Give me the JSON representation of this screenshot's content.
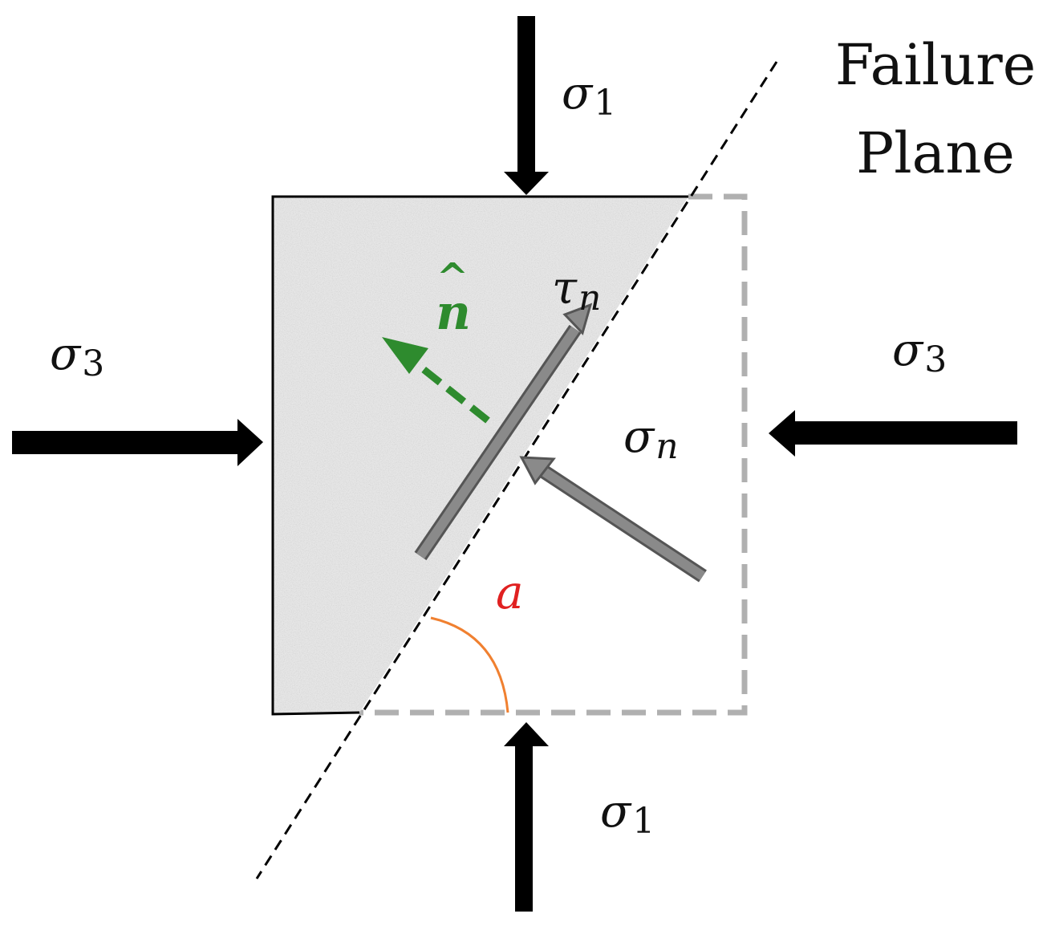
{
  "title_lines": [
    "Failure",
    "Plane"
  ],
  "labels": {
    "sigma1_top": {
      "symbol": "σ",
      "subscript": "1"
    },
    "sigma1_bottom": {
      "symbol": "σ",
      "subscript": "1"
    },
    "sigma3_left": {
      "symbol": "σ",
      "subscript": "3"
    },
    "sigma3_right": {
      "symbol": "σ",
      "subscript": "3"
    },
    "sigma_n": {
      "symbol": "σ",
      "subscript": "n"
    },
    "tau_n": {
      "symbol": "τ",
      "subscript": "n"
    },
    "normal_vector": {
      "symbol": "n",
      "accent": "^"
    },
    "angle": {
      "symbol": "a"
    }
  },
  "colors": {
    "stress_arrow": "#000000",
    "component_arrow": "#8a8a8a",
    "normal_vector": "#2e8b2e",
    "angle": "#e02020",
    "angle_arc": "#f08030",
    "specimen_fill": "#e6e6e6",
    "removed_outline": "#b0b0b0"
  }
}
